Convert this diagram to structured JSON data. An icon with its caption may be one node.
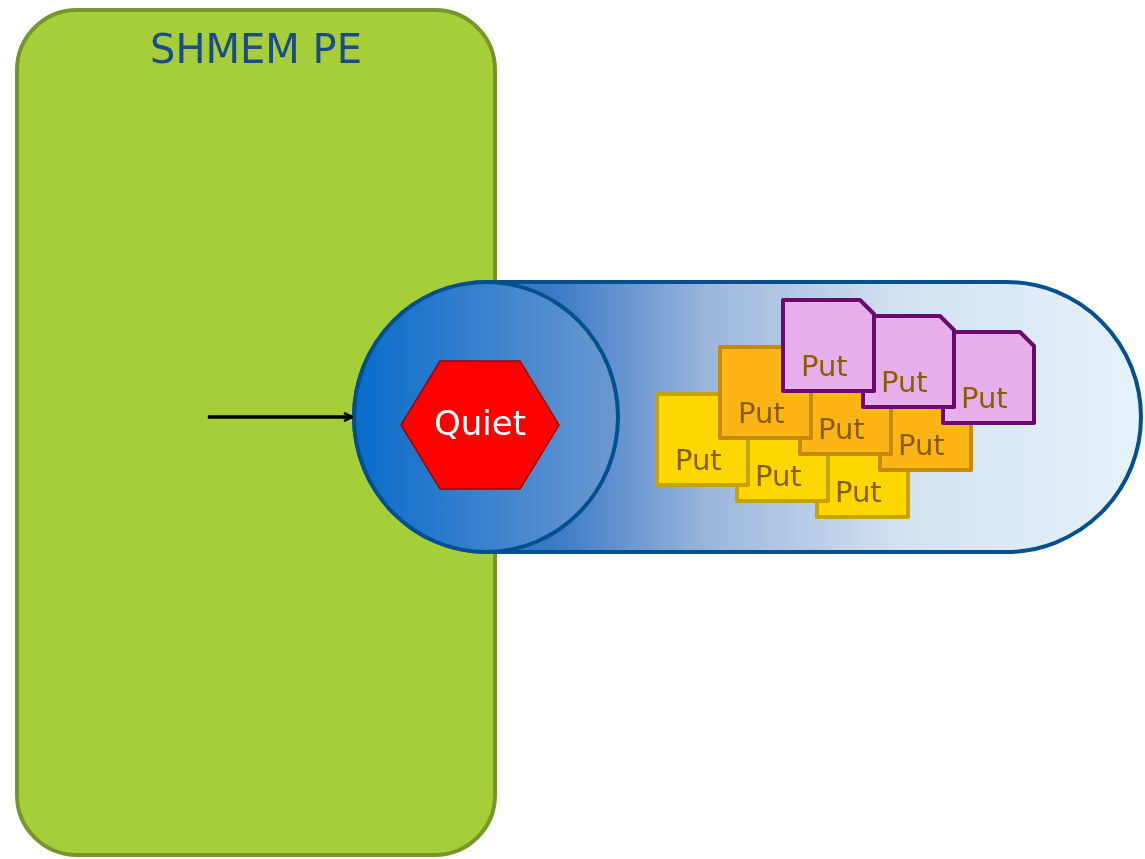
{
  "diagram": {
    "nodes": [
      {
        "text": [
          "SHMEM PE"
        ]
      },
      {
        "text": [],
        "shape": "cylinder"
      },
      {
        "text": [],
        "shape": "circle",
        "in": 1
      },
      {
        "text": [
          "Quiet"
        ],
        "in": 2
      },
      {
        "text": [
          "Put"
        ],
        "in": 1
      },
      {
        "text": [
          "Put"
        ],
        "in": 1
      },
      {
        "text": [
          "Put"
        ],
        "in": 1
      },
      {
        "text": [
          "Put"
        ],
        "in": 1
      },
      {
        "text": [
          "Put"
        ],
        "in": 1
      },
      {
        "text": [
          "Put"
        ],
        "in": 1
      },
      {
        "text": [
          "Put"
        ],
        "in": 1
      },
      {
        "text": [
          "Put"
        ],
        "in": 1
      },
      {
        "text": [
          "Put"
        ],
        "in": 1
      }
    ],
    "edges": [
      {
        "from": 0,
        "to": 2,
        "arrow": "to"
      }
    ]
  }
}
